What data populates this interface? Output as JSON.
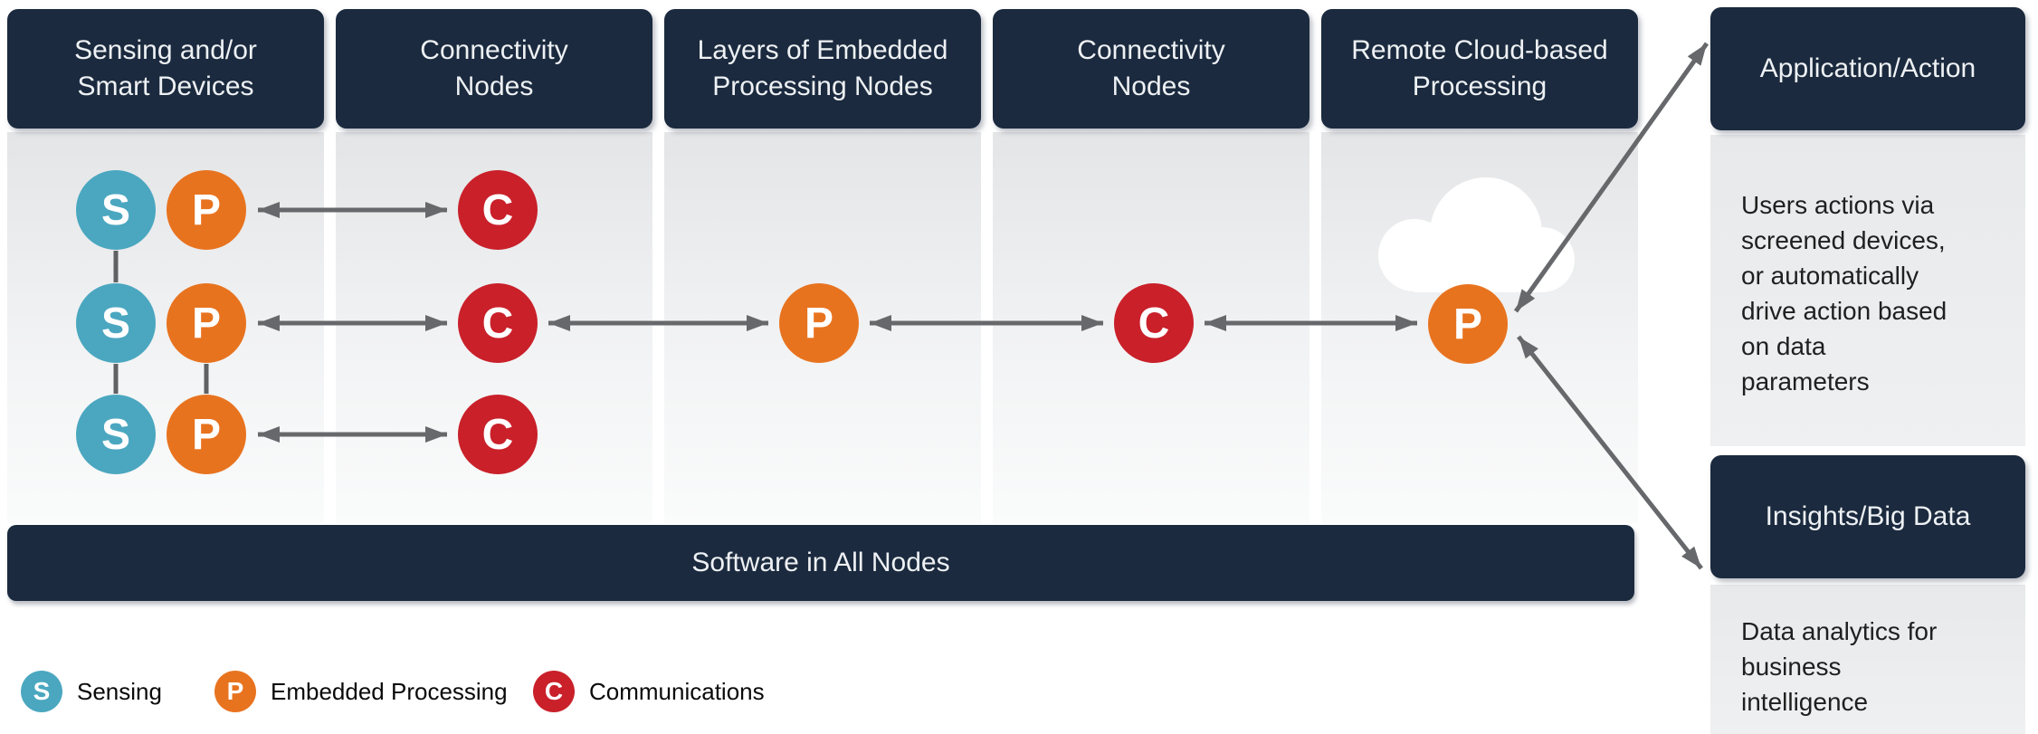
{
  "palette": {
    "navy": "#1b2a3e",
    "sensing_blue": "#4ba7c0",
    "processing_orange": "#e8731f",
    "communications_red": "#c9202a",
    "arrow_gray": "#66686b",
    "column_bg": "#e4e5e7",
    "panel_body_bg": "#e7e9eb",
    "body_text": "#1f1f1f",
    "header_text": "#eef1f4"
  },
  "columns": [
    {
      "title": "Sensing and/or\nSmart Devices"
    },
    {
      "title": "Connectivity\nNodes"
    },
    {
      "title": "Layers of Embedded\nProcessing Nodes"
    },
    {
      "title": "Connectivity\nNodes"
    },
    {
      "title": "Remote Cloud-based\nProcessing"
    }
  ],
  "nodes": {
    "sensing_symbol": "S",
    "processing_symbol": "P",
    "communications_symbol": "C"
  },
  "right_panels": [
    {
      "title": "Application/Action",
      "body": "Users actions via\nscreened devices,\nor automatically\ndrive action based\non data\nparameters"
    },
    {
      "title": "Insights/Big Data",
      "body": "Data analytics for\nbusiness\nintelligence"
    }
  ],
  "footer_bar": {
    "label": "Software in All Nodes"
  },
  "legend": [
    {
      "symbol": "S",
      "label": "Sensing",
      "color": "#4ba7c0"
    },
    {
      "symbol": "P",
      "label": "Embedded Processing",
      "color": "#e8731f"
    },
    {
      "symbol": "C",
      "label": "Communications",
      "color": "#c9202a"
    }
  ]
}
